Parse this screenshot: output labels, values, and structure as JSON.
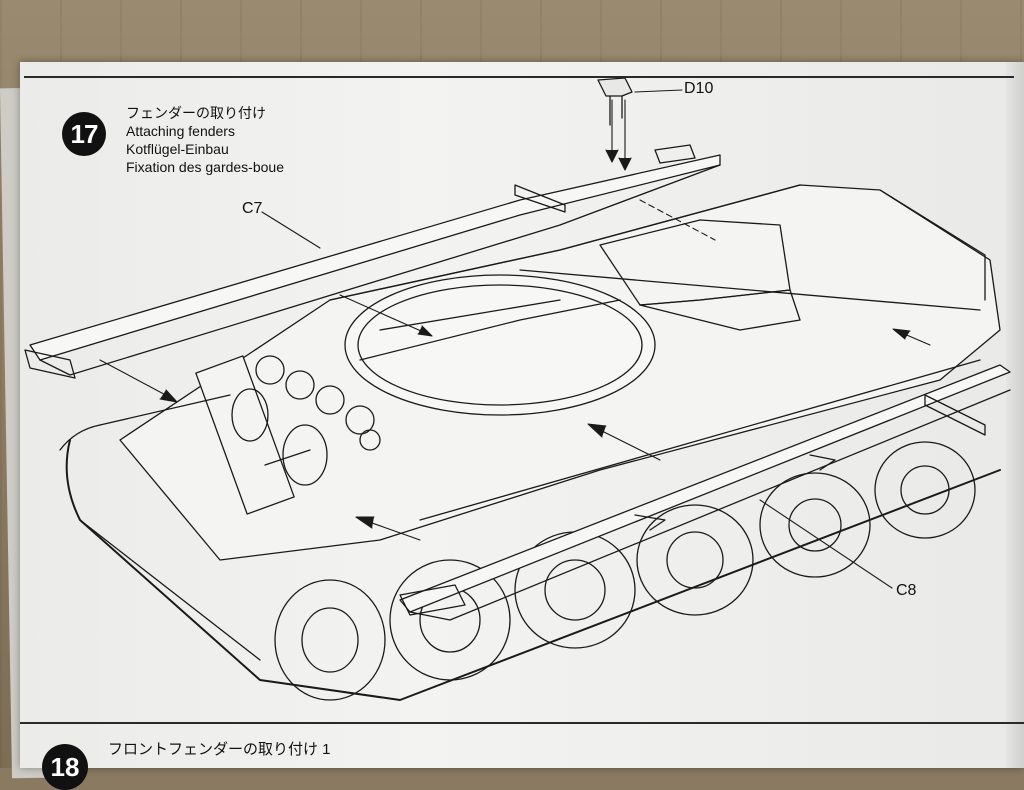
{
  "step": {
    "number": "17",
    "titles": [
      "フェンダーの取り付け",
      "Attaching fenders",
      "Kotflügel-Einbau",
      "Fixation des gardes-boue"
    ]
  },
  "parts": {
    "d10": "D10",
    "c7": "C7",
    "c8": "C8"
  },
  "next_step": {
    "number": "18",
    "title": "フロントフェンダーの取り付け 1"
  },
  "colors": {
    "line": "#1a1a1a",
    "paper": "#f1f1ef",
    "badge": "#111111"
  }
}
